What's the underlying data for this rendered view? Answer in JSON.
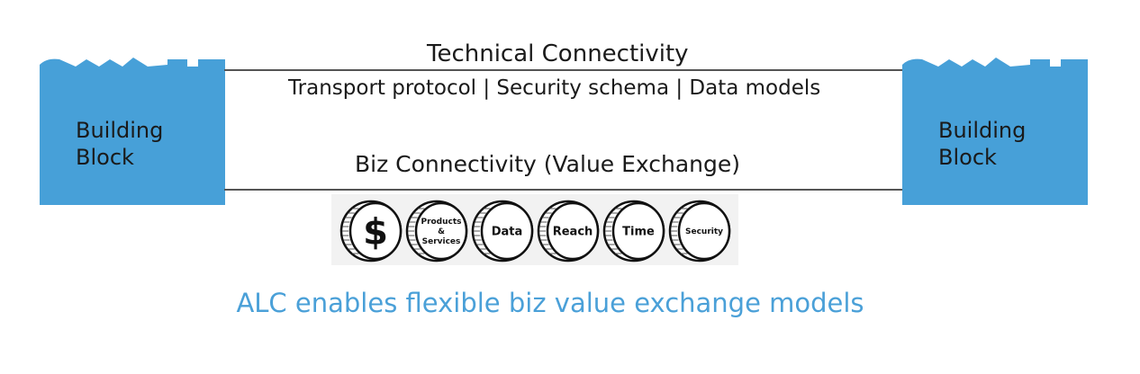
{
  "colors": {
    "block": "#47a0d8",
    "line": "#555555",
    "caption": "#4aa0d8"
  },
  "left_block": {
    "label_line1": "Building",
    "label_line2": "Block"
  },
  "right_block": {
    "label_line1": "Building",
    "label_line2": "Block"
  },
  "technical": {
    "title": "Technical Connectivity",
    "details": "Transport protocol | Security schema  | Data models"
  },
  "biz": {
    "title": "Biz Connectivity (Value Exchange)"
  },
  "coins": [
    {
      "label": "$"
    },
    {
      "label": "Products & Services",
      "lines": [
        "Products",
        "&",
        "Services"
      ]
    },
    {
      "label": "Data"
    },
    {
      "label": "Reach"
    },
    {
      "label": "Time"
    },
    {
      "label": "Security"
    }
  ],
  "caption": "ALC enables flexible biz value exchange models"
}
